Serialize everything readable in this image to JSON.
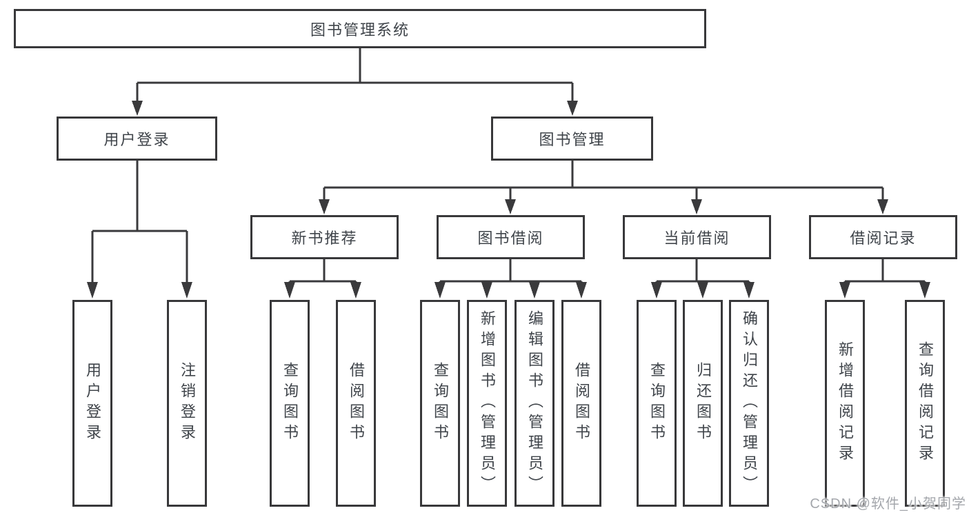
{
  "diagram": {
    "root_label": "图书管理系统",
    "level1": [
      {
        "label": "用户登录"
      },
      {
        "label": "图书管理"
      }
    ],
    "level2": [
      {
        "label": "新书推荐"
      },
      {
        "label": "图书借阅"
      },
      {
        "label": "当前借阅"
      },
      {
        "label": "借阅记录"
      }
    ],
    "leaves": [
      {
        "label": "用户登录"
      },
      {
        "label": "注销登录"
      },
      {
        "label": "查询图书"
      },
      {
        "label": "借阅图书"
      },
      {
        "label": "查询图书"
      },
      {
        "label": "新增图书（管理员）"
      },
      {
        "label": "编辑图书（管理员）"
      },
      {
        "label": "借阅图书"
      },
      {
        "label": "查询图书"
      },
      {
        "label": "归还图书"
      },
      {
        "label": "确认归还（管理员）"
      },
      {
        "label": "新增借阅记录"
      },
      {
        "label": "查询借阅记录"
      }
    ],
    "colors": {
      "line": "#3a3a3c",
      "text": "#3f444a",
      "box_background": "#ffffff"
    }
  },
  "watermark": {
    "text": "CSDN @软件_小贺同学",
    "color": "#94989e"
  }
}
